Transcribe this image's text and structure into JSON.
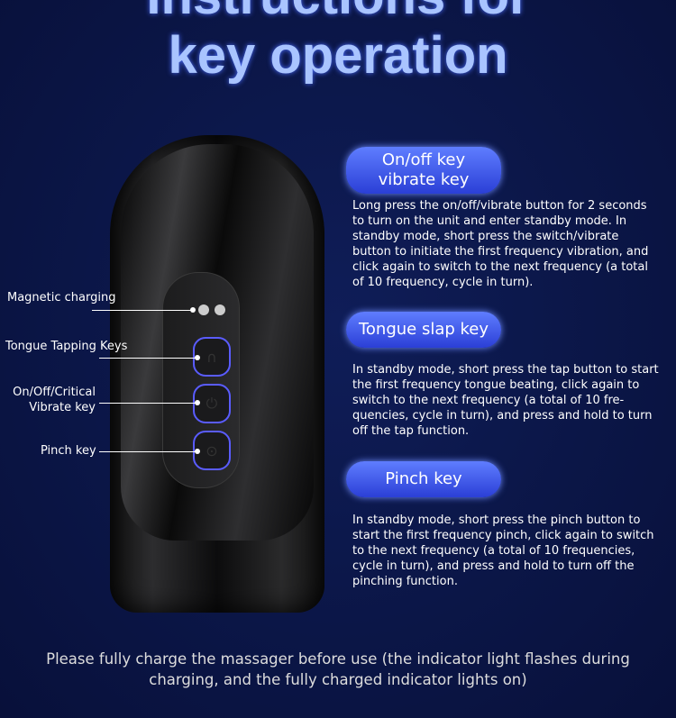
{
  "title": {
    "line1": "Instructions for",
    "line2": "key operation"
  },
  "labels": {
    "magnetic": "Magnetic charging",
    "tongue": "Tongue Tapping Keys",
    "onoff_1": "On/Off/Critical",
    "onoff_2": "Vibrate key",
    "pinch": "Pinch key"
  },
  "sections": [
    {
      "title_1": "On/off key",
      "title_2": "vibrate key",
      "text": "Long press the on/off/vibrate button for 2 seconds to turn on the unit and enter standby mode. In standby mode, short press the switch/vibrate button to initiate the first frequency vibration, and click again to switch to the next frequency (a total of 10 frequency, cycle in turn)."
    },
    {
      "title_1": "Tongue slap key",
      "text": "In standby mode, short press the tap button to start the first frequency tongue beating, click again to switch to the next frequency (a total of 10 fre-quencies, cycle in turn), and press and hold to turn off the tap function."
    },
    {
      "title_1": "Pinch key",
      "text": "In standby mode, short press the pinch button to start the first frequency pinch, click again to switch to the next frequency (a total of 10 frequencies, cycle in turn), and press and hold to turn off the pinching function."
    }
  ],
  "footer": "Please fully charge the massager before use (the indicator light flashes during charging, and the fully charged indicator lights on)"
}
